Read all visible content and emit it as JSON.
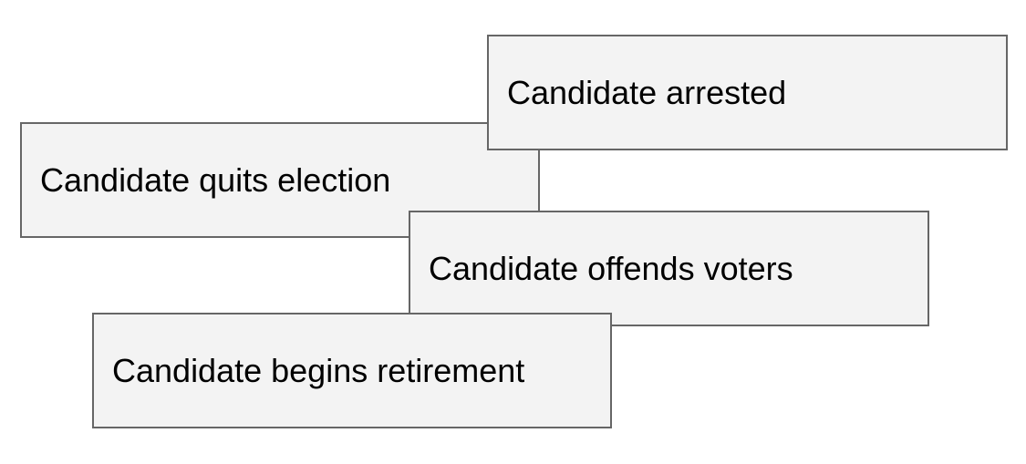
{
  "cards": [
    {
      "id": "quits",
      "label": "Candidate quits election"
    },
    {
      "id": "arrested",
      "label": "Candidate arrested"
    },
    {
      "id": "offends",
      "label": "Candidate offends voters"
    },
    {
      "id": "retirement",
      "label": "Candidate begins retirement"
    }
  ],
  "colors": {
    "card_fill": "#f3f3f3",
    "card_border": "#666666",
    "text": "#000000"
  }
}
